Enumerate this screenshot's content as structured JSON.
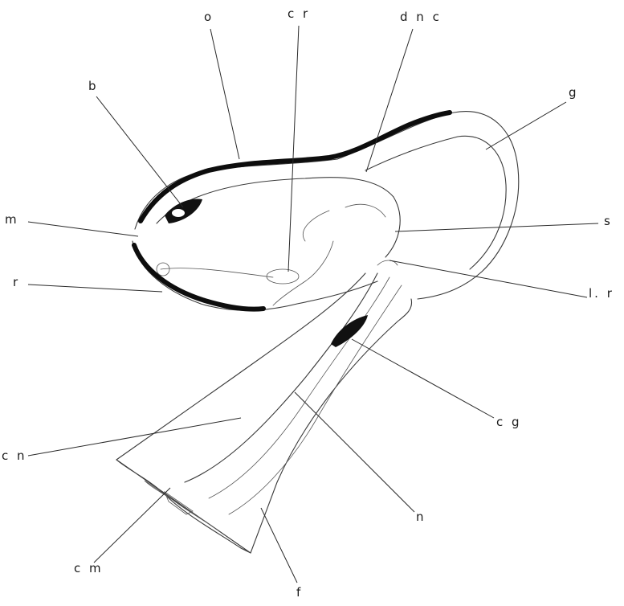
{
  "labels": {
    "o": "o",
    "cr": "c r",
    "dnc": "d n c",
    "g": "g",
    "b": "b",
    "m": "m",
    "s": "s",
    "r": "r",
    "lr": "l. r",
    "cg": "c g",
    "cn": "c n",
    "n": "n",
    "cm": "c m",
    "f": "f"
  }
}
